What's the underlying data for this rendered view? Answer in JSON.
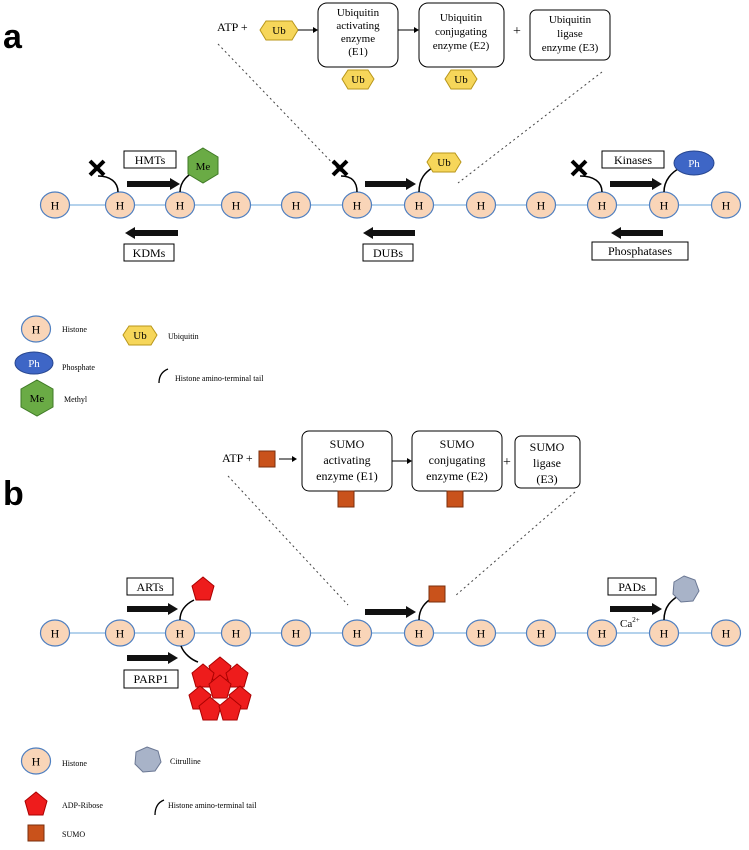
{
  "panel_a": {
    "letter": "a",
    "atp": "ATP +",
    "ub": "Ub",
    "plus": "+",
    "e1": [
      "Ubiquitin",
      "activating",
      "enzyme",
      "(E1)"
    ],
    "e2": [
      "Ubiquitin",
      "conjugating",
      "enzyme (E2)"
    ],
    "e3": [
      "Ubiquitin",
      "ligase",
      "enzyme (E3)"
    ],
    "histone": "H",
    "hmts": "HMTs",
    "kdms": "KDMs",
    "me": "Me",
    "dubs": "DUBs",
    "kinases": "Kinases",
    "phosphatases": "Phosphatases",
    "ph": "Ph",
    "legend": {
      "histone": "Histone",
      "phosphate": "Phosphate",
      "methyl": "Methyl",
      "ubiquitin": "Ubiquitin",
      "tail": "Histone amino-terminal tail"
    }
  },
  "panel_b": {
    "letter": "b",
    "atp": "ATP +",
    "plus": "+",
    "e1": [
      "SUMO",
      "activating",
      "enzyme (E1)"
    ],
    "e2": [
      "SUMO",
      "conjugating",
      "enzyme (E2)"
    ],
    "e3": [
      "SUMO",
      "ligase",
      "(E3)"
    ],
    "histone": "H",
    "arts": "ARTs",
    "parp1": "PARP1",
    "pads": "PADs",
    "ca": "Ca",
    "ca_sup": "2+",
    "legend": {
      "histone": "Histone",
      "citrulline": "Citrulline",
      "adp_ribose": "ADP-Ribose",
      "tail": "Histone amino-terminal tail",
      "sumo": "SUMO"
    }
  },
  "colors": {
    "histone_fill": "#f9d5b8",
    "histone_stroke": "#4f7fc0",
    "chain_line": "#9cc3e6",
    "ub_fill": "#f6d65a",
    "ub_stroke": "#b8961a",
    "me_fill": "#6aab45",
    "ph_fill": "#3e66c6",
    "sumo_fill": "#c9521b",
    "adp_fill": "#ee1c1c",
    "citrulline_fill": "#a8b3c8"
  }
}
